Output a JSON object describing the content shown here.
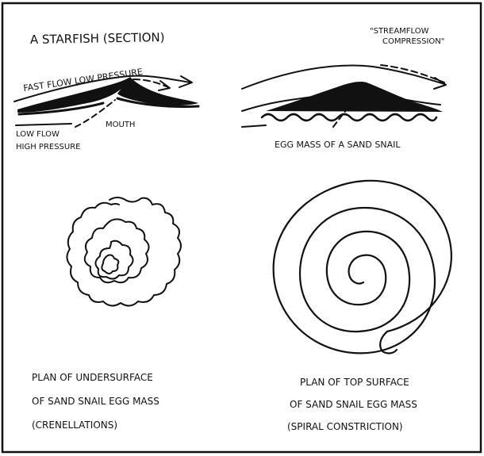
{
  "panels": {
    "starfish": {
      "title": "A STARFISH (SECTION)",
      "label_fast_flow": "FAST FLOW LOW PRESSURE",
      "label_slow_flow_line1": "LOW FLOW",
      "label_slow_flow_line2": "HIGH PRESSURE",
      "label_mouth": "MOUTH"
    },
    "egg_mass_section": {
      "label_streamflow_line1": "\"STREAMFLOW",
      "label_streamflow_line2": "COMPRESSION\"",
      "caption": "EGG MASS OF A SAND SNAIL"
    },
    "undersurface_plan": {
      "caption_line1": "PLAN OF UNDERSURFACE",
      "caption_line2": "OF SAND SNAIL EGG MASS",
      "caption_line3": "(CRENELLATIONS)"
    },
    "top_surface_plan": {
      "caption_line1": "PLAN OF TOP SURFACE",
      "caption_line2": "OF SAND SNAIL EGG MASS",
      "caption_line3": "(SPIRAL CONSTRICTION)"
    }
  }
}
